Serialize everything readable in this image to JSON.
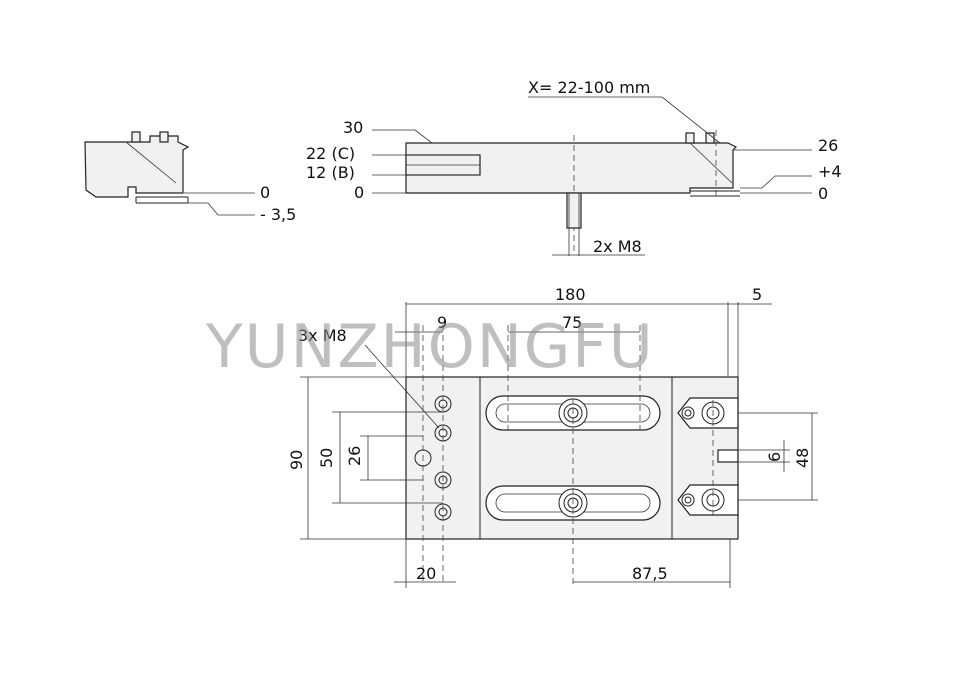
{
  "watermark": "YUNZHONGFU",
  "side_left": {
    "zero": "0",
    "minus": "- 3,5"
  },
  "side_main": {
    "range": "X= 22-100 mm",
    "h30": "30",
    "h22": "22 (C)",
    "h12": "12 (B)",
    "h0": "0",
    "r26": "26",
    "r4": "+4",
    "r0": "0",
    "thread": "2x M8"
  },
  "plan": {
    "w180": "180",
    "w5": "5",
    "holes": "3x M8",
    "w9": "9",
    "w75": "75",
    "h90": "90",
    "h50": "50",
    "h26": "26",
    "w20": "20",
    "w875": "87,5",
    "h6": "6",
    "h48": "48"
  }
}
